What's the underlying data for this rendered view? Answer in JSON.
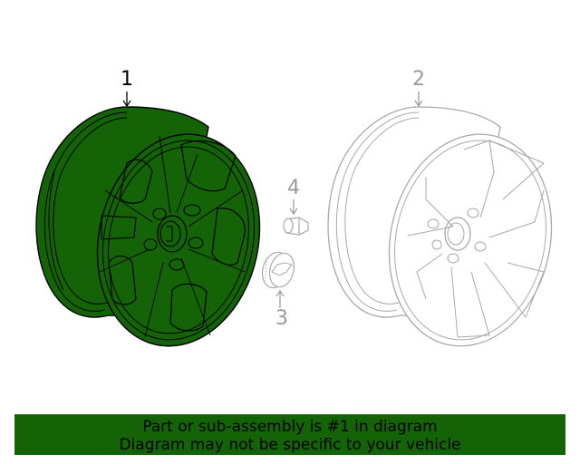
{
  "diagram": {
    "title": "Wheel assembly parts diagram",
    "highlight_color": "#156307",
    "inactive_line_color": "#a8a8a8",
    "callouts": [
      {
        "number": "1",
        "part": "wheel-highlighted",
        "active": true
      },
      {
        "number": "2",
        "part": "wheel-alternate",
        "active": false
      },
      {
        "number": "3",
        "part": "center-cap",
        "active": false
      },
      {
        "number": "4",
        "part": "lug-nut",
        "active": false
      }
    ],
    "icons": {
      "center_cap_emblem": "bowtie-emblem-icon"
    }
  },
  "banner": {
    "line1": "Part or sub-assembly is #1 in diagram",
    "line2": "Diagram may not be specific to your vehicle",
    "background": "#156307"
  }
}
